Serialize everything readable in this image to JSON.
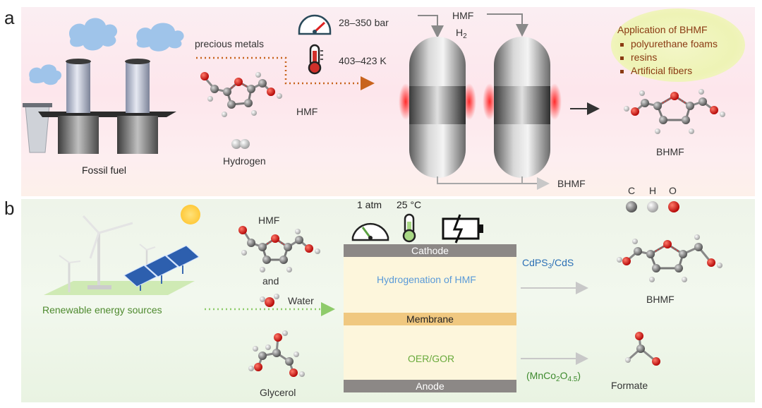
{
  "panel_a": {
    "letter": "a",
    "fossil_label": "Fossil fuel",
    "metals_label": "precious metals",
    "pressure_label": "28–350 bar",
    "temperature_label": "403–423 K",
    "hmf_label": "HMF",
    "hydrogen_label": "Hydrogen",
    "feed_hmf_label": "HMF",
    "feed_h2_label": "H",
    "feed_h2_sub": "2",
    "outlet_label": "BHMF",
    "product_label": "BHMF",
    "application": {
      "title": "Application of BHMF",
      "items": [
        "polyurethane foams",
        "resins",
        "Artificial fibers"
      ]
    }
  },
  "panel_b": {
    "letter": "b",
    "renewable_label": "Renewable energy sources",
    "hmf_label": "HMF",
    "and_label": "and",
    "water_label": "Water",
    "glycerol_label": "Glycerol",
    "pressure_label": "1 atm",
    "temperature_label": "25 °C",
    "cathode_label": "Cathode",
    "hydrogenation_label": "Hydrogenation of HMF",
    "membrane_label": "Membrane",
    "oer_label": "OER/GOR",
    "anode_label": "Anode",
    "cathode_catalyst": {
      "a": "CdPS",
      "sub1": "3",
      "b": "/CdS"
    },
    "anode_catalyst": {
      "a": "(MnCo",
      "sub1": "2",
      "b": "O",
      "sub2": "4.5",
      "c": ")"
    },
    "bhmf_label": "BHMF",
    "formate_label": "Formate",
    "legend": {
      "c": "C",
      "h": "H",
      "o": "O"
    }
  },
  "colors": {
    "panel_a_bg": "#fde6ec",
    "panel_b_bg": "#eef4e9",
    "dotted_orange": "#c8641e",
    "dotted_green": "#8ecb6a",
    "cathode_bubble": "#9cc8ec",
    "anode_bubble": "#a8d884",
    "membrane": "#f0c880",
    "electrode": "#8c8886",
    "catalyst_blue": "#2a6fb5",
    "catalyst_green": "#3e8a2e",
    "application_text": "#8a3a12"
  }
}
